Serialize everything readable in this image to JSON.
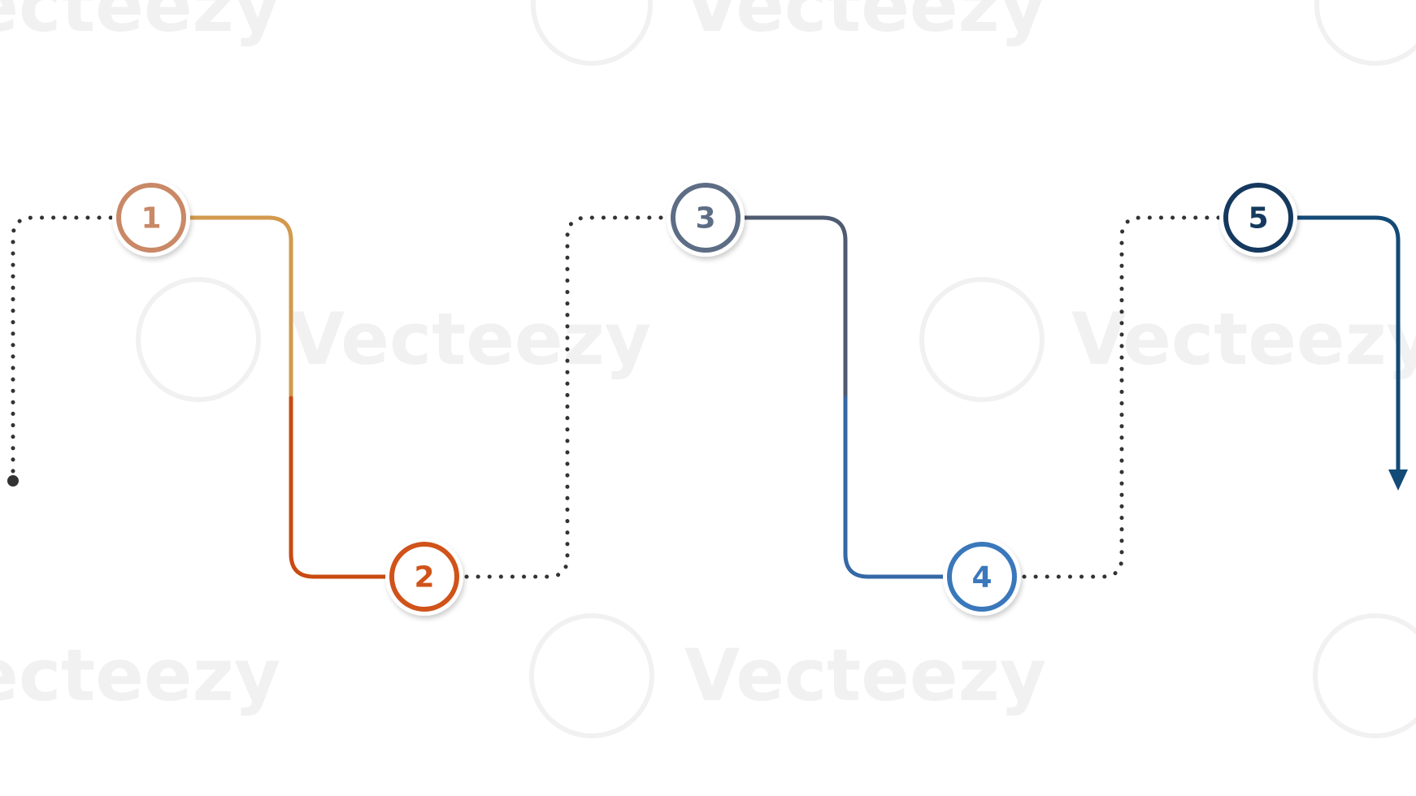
{
  "watermark": {
    "text": "Vecteezy",
    "color": "#f1f1f1"
  },
  "steps": [
    {
      "label": "1",
      "color": "#c98866",
      "text_color": "#c98866"
    },
    {
      "label": "2",
      "color": "#d0531a",
      "text_color": "#d0531a"
    },
    {
      "label": "3",
      "color": "#5d6d85",
      "text_color": "#5d6d85"
    },
    {
      "label": "4",
      "color": "#3a78bb",
      "text_color": "#3a78bb"
    },
    {
      "label": "5",
      "color": "#15395e",
      "text_color": "#15395e"
    }
  ],
  "connectors": {
    "dotted_color": "#333333",
    "segment_1_top_color": "#d39a4e",
    "segment_1_bottom_color": "#c94a12",
    "segment_2_top_color": "#4e5b72",
    "segment_2_bottom_color": "#3568a6",
    "final_arrow_color": "#134a76"
  }
}
